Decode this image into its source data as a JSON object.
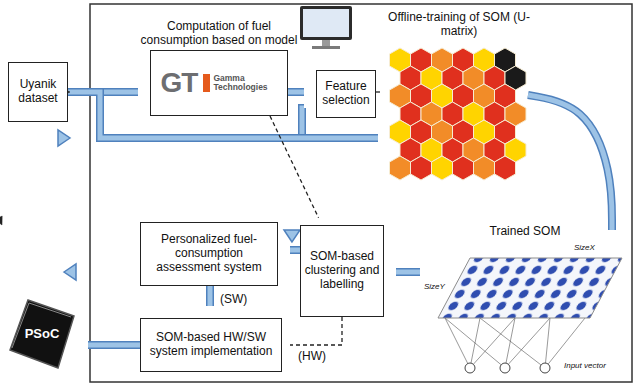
{
  "diagram": {
    "nodes": [
      {
        "text": [
          "Uyanik dataset"
        ]
      },
      {
        "text": [
          "Computation of fuel consumption based on model",
          "GT",
          "Gamma Technologies"
        ]
      },
      {
        "text": [
          "Feature selection"
        ]
      },
      {
        "text": [
          "Offline-training of SOM (U-matrix)"
        ]
      },
      {
        "text": [
          "Trained SOM"
        ]
      },
      {
        "text": [
          "SOM-based clustering and labelling"
        ]
      },
      {
        "text": [
          "Personalized fuel-consumption assessment system"
        ]
      },
      {
        "text": [
          "SOM-based HW/SW system implementation"
        ]
      },
      {
        "text": [
          "PSoC"
        ]
      }
    ],
    "edges": [
      {
        "from": 0,
        "to": 1,
        "arrow": "to"
      },
      {
        "from": 1,
        "to": 2,
        "arrow": "to"
      },
      {
        "from": 0,
        "to": 2,
        "arrow": "to"
      },
      {
        "from": 0,
        "to": 3,
        "arrow": "to"
      },
      {
        "from": 2,
        "to": 3,
        "arrow": "to"
      },
      {
        "from": 3,
        "to": 4,
        "arrow": "to"
      },
      {
        "from": 1,
        "to": 5,
        "arrow": "to"
      },
      {
        "from": 4,
        "to": 5,
        "arrow": "to"
      },
      {
        "from": 5,
        "to": 6,
        "arrow": "to"
      },
      {
        "from": 6,
        "to": 7,
        "arrow": "to",
        "label": "(SW)"
      },
      {
        "from": 5,
        "to": 7,
        "arrow": "to",
        "label": "(HW)"
      },
      {
        "from": 7,
        "to": 8,
        "arrow": "to"
      }
    ],
    "labels": [
      "SizeX",
      "SizeY",
      "Input vector"
    ]
  }
}
